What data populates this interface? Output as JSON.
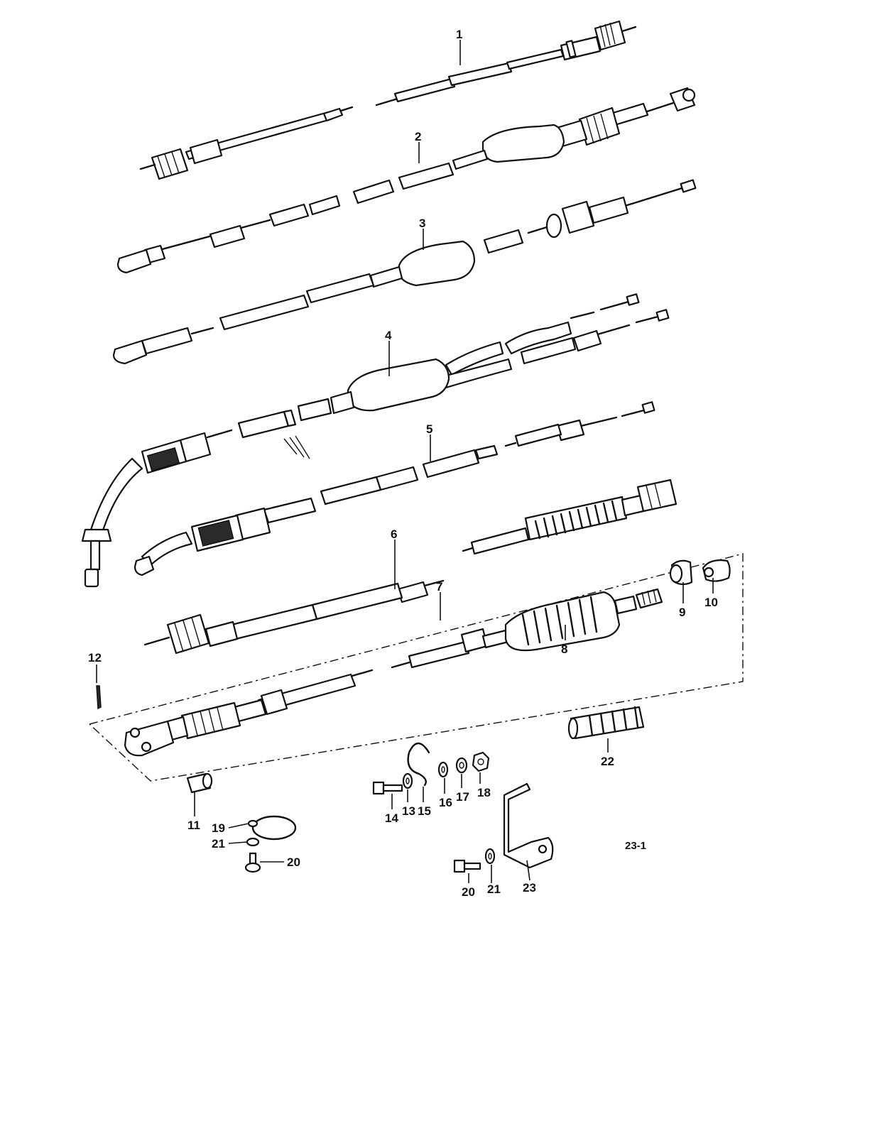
{
  "diagram_code": "23-1",
  "callouts": [
    {
      "id": "p1",
      "label": "1"
    },
    {
      "id": "p2",
      "label": "2"
    },
    {
      "id": "p3",
      "label": "3"
    },
    {
      "id": "p4",
      "label": "4"
    },
    {
      "id": "p5",
      "label": "5"
    },
    {
      "id": "p6",
      "label": "6"
    },
    {
      "id": "p7",
      "label": "7"
    },
    {
      "id": "p8",
      "label": "8"
    },
    {
      "id": "p9",
      "label": "9"
    },
    {
      "id": "p10",
      "label": "10"
    },
    {
      "id": "p11",
      "label": "11"
    },
    {
      "id": "p12",
      "label": "12"
    },
    {
      "id": "p13",
      "label": "13"
    },
    {
      "id": "p14",
      "label": "14"
    },
    {
      "id": "p15",
      "label": "15"
    },
    {
      "id": "p16",
      "label": "16"
    },
    {
      "id": "p17",
      "label": "17"
    },
    {
      "id": "p18",
      "label": "18"
    },
    {
      "id": "p19",
      "label": "19"
    },
    {
      "id": "p20a",
      "label": "20"
    },
    {
      "id": "p21a",
      "label": "21"
    },
    {
      "id": "p22",
      "label": "22"
    },
    {
      "id": "p20b",
      "label": "20"
    },
    {
      "id": "p21b",
      "label": "21"
    },
    {
      "id": "p23",
      "label": "23"
    }
  ]
}
